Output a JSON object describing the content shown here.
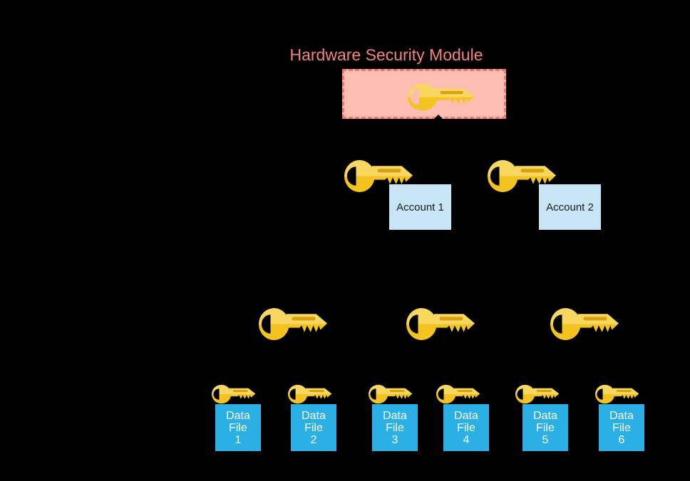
{
  "title": "Hardware Security Module",
  "accounts": [
    {
      "label": "Account 1"
    },
    {
      "label": "Account 2"
    }
  ],
  "data_files": [
    {
      "lines": [
        "Data",
        "File",
        "1"
      ]
    },
    {
      "lines": [
        "Data",
        "File",
        "2"
      ]
    },
    {
      "lines": [
        "Data",
        "File",
        "3"
      ]
    },
    {
      "lines": [
        "Data",
        "File",
        "4"
      ]
    },
    {
      "lines": [
        "Data",
        "File",
        "5"
      ]
    },
    {
      "lines": [
        "Data",
        "File",
        "6"
      ]
    }
  ],
  "icons": {
    "master_key": "yellow-key-icon",
    "account_key": "yellow-key-icon",
    "data_key": "yellow-key-icon",
    "file_key": "yellow-key-icon",
    "arrow": "up-arrowhead-icon"
  },
  "colors": {
    "background": "#000000",
    "title_text": "#F4837D",
    "hsm_fill": "#FCBDB3",
    "hsm_border": "#F3786D",
    "account_fill": "#C7E5F7",
    "account_text": "#1A1A1A",
    "file_fill": "#2BB0E6",
    "file_text": "#FFFFFF",
    "key_light": "#F8D761",
    "key_dark": "#F3C41F",
    "key_stripe": "#D8A112",
    "arrowhead": "#000000"
  }
}
